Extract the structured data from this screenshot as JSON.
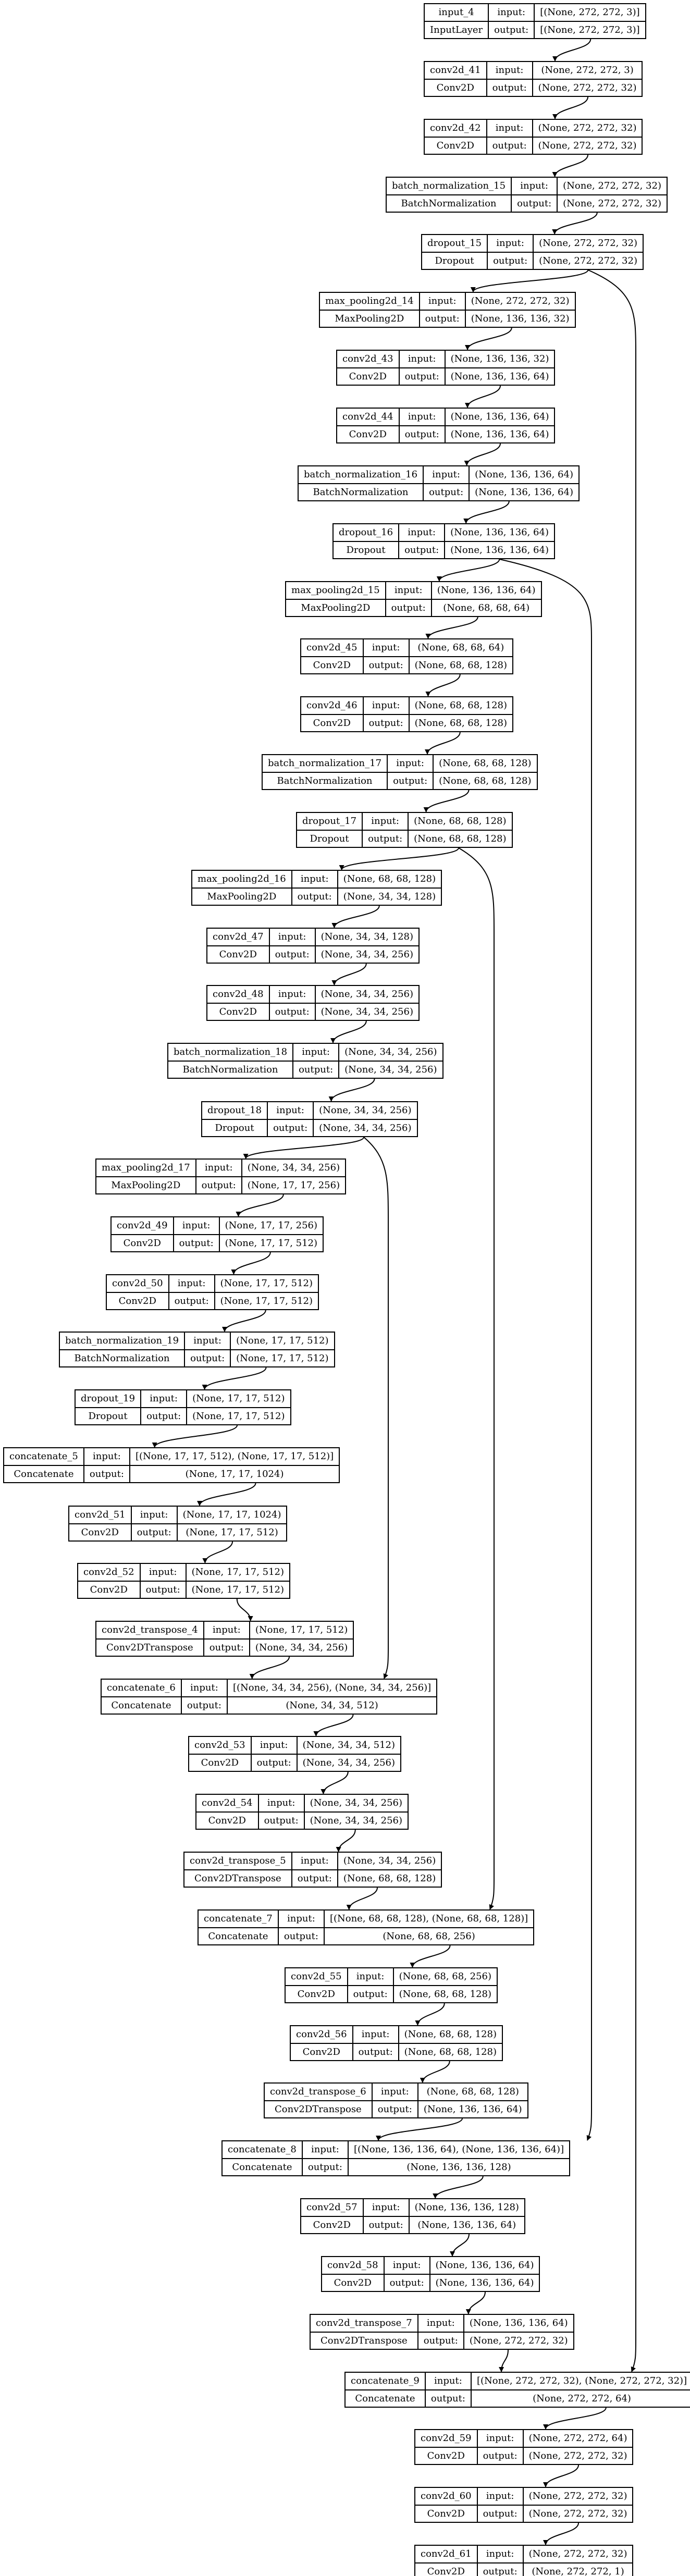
{
  "nodes": [
    {
      "name": "input_4",
      "type": "InputLayer",
      "input": "[(None, 272, 272, 3)]",
      "output": "[(None, 272, 272, 3)]"
    },
    {
      "name": "conv2d_41",
      "type": "Conv2D",
      "input": "(None, 272, 272, 3)",
      "output": "(None, 272, 272, 32)"
    },
    {
      "name": "conv2d_42",
      "type": "Conv2D",
      "input": "(None, 272, 272, 32)",
      "output": "(None, 272, 272, 32)"
    },
    {
      "name": "batch_normalization_15",
      "type": "BatchNormalization",
      "input": "(None, 272, 272, 32)",
      "output": "(None, 272, 272, 32)"
    },
    {
      "name": "dropout_15",
      "type": "Dropout",
      "input": "(None, 272, 272, 32)",
      "output": "(None, 272, 272, 32)"
    },
    {
      "name": "max_pooling2d_14",
      "type": "MaxPooling2D",
      "input": "(None, 272, 272, 32)",
      "output": "(None, 136, 136, 32)"
    },
    {
      "name": "conv2d_43",
      "type": "Conv2D",
      "input": "(None, 136, 136, 32)",
      "output": "(None, 136, 136, 64)"
    },
    {
      "name": "conv2d_44",
      "type": "Conv2D",
      "input": "(None, 136, 136, 64)",
      "output": "(None, 136, 136, 64)"
    },
    {
      "name": "batch_normalization_16",
      "type": "BatchNormalization",
      "input": "(None, 136, 136, 64)",
      "output": "(None, 136, 136, 64)"
    },
    {
      "name": "dropout_16",
      "type": "Dropout",
      "input": "(None, 136, 136, 64)",
      "output": "(None, 136, 136, 64)"
    },
    {
      "name": "max_pooling2d_15",
      "type": "MaxPooling2D",
      "input": "(None, 136, 136, 64)",
      "output": "(None, 68, 68, 64)"
    },
    {
      "name": "conv2d_45",
      "type": "Conv2D",
      "input": "(None, 68, 68, 64)",
      "output": "(None, 68, 68, 128)"
    },
    {
      "name": "conv2d_46",
      "type": "Conv2D",
      "input": "(None, 68, 68, 128)",
      "output": "(None, 68, 68, 128)"
    },
    {
      "name": "batch_normalization_17",
      "type": "BatchNormalization",
      "input": "(None, 68, 68, 128)",
      "output": "(None, 68, 68, 128)"
    },
    {
      "name": "dropout_17",
      "type": "Dropout",
      "input": "(None, 68, 68, 128)",
      "output": "(None, 68, 68, 128)"
    },
    {
      "name": "max_pooling2d_16",
      "type": "MaxPooling2D",
      "input": "(None, 68, 68, 128)",
      "output": "(None, 34, 34, 128)"
    },
    {
      "name": "conv2d_47",
      "type": "Conv2D",
      "input": "(None, 34, 34, 128)",
      "output": "(None, 34, 34, 256)"
    },
    {
      "name": "conv2d_48",
      "type": "Conv2D",
      "input": "(None, 34, 34, 256)",
      "output": "(None, 34, 34, 256)"
    },
    {
      "name": "batch_normalization_18",
      "type": "BatchNormalization",
      "input": "(None, 34, 34, 256)",
      "output": "(None, 34, 34, 256)"
    },
    {
      "name": "dropout_18",
      "type": "Dropout",
      "input": "(None, 34, 34, 256)",
      "output": "(None, 34, 34, 256)"
    },
    {
      "name": "max_pooling2d_17",
      "type": "MaxPooling2D",
      "input": "(None, 34, 34, 256)",
      "output": "(None, 17, 17, 256)"
    },
    {
      "name": "conv2d_49",
      "type": "Conv2D",
      "input": "(None, 17, 17, 256)",
      "output": "(None, 17, 17, 512)"
    },
    {
      "name": "conv2d_50",
      "type": "Conv2D",
      "input": "(None, 17, 17, 512)",
      "output": "(None, 17, 17, 512)"
    },
    {
      "name": "batch_normalization_19",
      "type": "BatchNormalization",
      "input": "(None, 17, 17, 512)",
      "output": "(None, 17, 17, 512)"
    },
    {
      "name": "dropout_19",
      "type": "Dropout",
      "input": "(None, 17, 17, 512)",
      "output": "(None, 17, 17, 512)"
    },
    {
      "name": "concatenate_5",
      "type": "Concatenate",
      "input": "[(None, 17, 17, 512), (None, 17, 17, 512)]",
      "output": "(None, 17, 17, 1024)"
    },
    {
      "name": "conv2d_51",
      "type": "Conv2D",
      "input": "(None, 17, 17, 1024)",
      "output": "(None, 17, 17, 512)"
    },
    {
      "name": "conv2d_52",
      "type": "Conv2D",
      "input": "(None, 17, 17, 512)",
      "output": "(None, 17, 17, 512)"
    },
    {
      "name": "conv2d_transpose_4",
      "type": "Conv2DTranspose",
      "input": "(None, 17, 17, 512)",
      "output": "(None, 34, 34, 256)"
    },
    {
      "name": "concatenate_6",
      "type": "Concatenate",
      "input": "[(None, 34, 34, 256), (None, 34, 34, 256)]",
      "output": "(None, 34, 34, 512)"
    },
    {
      "name": "conv2d_53",
      "type": "Conv2D",
      "input": "(None, 34, 34, 512)",
      "output": "(None, 34, 34, 256)"
    },
    {
      "name": "conv2d_54",
      "type": "Conv2D",
      "input": "(None, 34, 34, 256)",
      "output": "(None, 34, 34, 256)"
    },
    {
      "name": "conv2d_transpose_5",
      "type": "Conv2DTranspose",
      "input": "(None, 34, 34, 256)",
      "output": "(None, 68, 68, 128)"
    },
    {
      "name": "concatenate_7",
      "type": "Concatenate",
      "input": "[(None, 68, 68, 128), (None, 68, 68, 128)]",
      "output": "(None, 68, 68, 256)"
    },
    {
      "name": "conv2d_55",
      "type": "Conv2D",
      "input": "(None, 68, 68, 256)",
      "output": "(None, 68, 68, 128)"
    },
    {
      "name": "conv2d_56",
      "type": "Conv2D",
      "input": "(None, 68, 68, 128)",
      "output": "(None, 68, 68, 128)"
    },
    {
      "name": "conv2d_transpose_6",
      "type": "Conv2DTranspose",
      "input": "(None, 68, 68, 128)",
      "output": "(None, 136, 136, 64)"
    },
    {
      "name": "concatenate_8",
      "type": "Concatenate",
      "input": "[(None, 136, 136, 64), (None, 136, 136, 64)]",
      "output": "(None, 136, 136, 128)"
    },
    {
      "name": "conv2d_57",
      "type": "Conv2D",
      "input": "(None, 136, 136, 128)",
      "output": "(None, 136, 136, 64)"
    },
    {
      "name": "conv2d_58",
      "type": "Conv2D",
      "input": "(None, 136, 136, 64)",
      "output": "(None, 136, 136, 64)"
    },
    {
      "name": "conv2d_transpose_7",
      "type": "Conv2DTranspose",
      "input": "(None, 136, 136, 64)",
      "output": "(None, 272, 272, 32)"
    },
    {
      "name": "concatenate_9",
      "type": "Concatenate",
      "input": "[(None, 272, 272, 32), (None, 272, 272, 32)]",
      "output": "(None, 272, 272, 64)"
    },
    {
      "name": "conv2d_59",
      "type": "Conv2D",
      "input": "(None, 272, 272, 64)",
      "output": "(None, 272, 272, 32)"
    },
    {
      "name": "conv2d_60",
      "type": "Conv2D",
      "input": "(None, 272, 272, 32)",
      "output": "(None, 272, 272, 32)"
    },
    {
      "name": "conv2d_61",
      "type": "Conv2D",
      "input": "(None, 272, 272, 32)",
      "output": "(None, 272, 272, 1)"
    }
  ],
  "edges": [
    [
      "input_4",
      "conv2d_41"
    ],
    [
      "conv2d_41",
      "conv2d_42"
    ],
    [
      "conv2d_42",
      "batch_normalization_15"
    ],
    [
      "batch_normalization_15",
      "dropout_15"
    ],
    [
      "dropout_15",
      "max_pooling2d_14"
    ],
    [
      "max_pooling2d_14",
      "conv2d_43"
    ],
    [
      "conv2d_43",
      "conv2d_44"
    ],
    [
      "conv2d_44",
      "batch_normalization_16"
    ],
    [
      "batch_normalization_16",
      "dropout_16"
    ],
    [
      "dropout_16",
      "max_pooling2d_15"
    ],
    [
      "max_pooling2d_15",
      "conv2d_45"
    ],
    [
      "conv2d_45",
      "conv2d_46"
    ],
    [
      "conv2d_46",
      "batch_normalization_17"
    ],
    [
      "batch_normalization_17",
      "dropout_17"
    ],
    [
      "dropout_17",
      "max_pooling2d_16"
    ],
    [
      "max_pooling2d_16",
      "conv2d_47"
    ],
    [
      "conv2d_47",
      "conv2d_48"
    ],
    [
      "conv2d_48",
      "batch_normalization_18"
    ],
    [
      "batch_normalization_18",
      "dropout_18"
    ],
    [
      "dropout_18",
      "max_pooling2d_17"
    ],
    [
      "max_pooling2d_17",
      "conv2d_49"
    ],
    [
      "conv2d_49",
      "conv2d_50"
    ],
    [
      "conv2d_50",
      "batch_normalization_19"
    ],
    [
      "batch_normalization_19",
      "dropout_19"
    ],
    [
      "dropout_19",
      "concatenate_5"
    ],
    [
      "concatenate_5",
      "conv2d_51"
    ],
    [
      "conv2d_51",
      "conv2d_52"
    ],
    [
      "conv2d_52",
      "conv2d_transpose_4"
    ],
    [
      "conv2d_transpose_4",
      "concatenate_6"
    ],
    [
      "dropout_18",
      "concatenate_6"
    ],
    [
      "concatenate_6",
      "conv2d_53"
    ],
    [
      "conv2d_53",
      "conv2d_54"
    ],
    [
      "conv2d_54",
      "conv2d_transpose_5"
    ],
    [
      "conv2d_transpose_5",
      "concatenate_7"
    ],
    [
      "dropout_17",
      "concatenate_7"
    ],
    [
      "concatenate_7",
      "conv2d_55"
    ],
    [
      "conv2d_55",
      "conv2d_56"
    ],
    [
      "conv2d_56",
      "conv2d_transpose_6"
    ],
    [
      "conv2d_transpose_6",
      "concatenate_8"
    ],
    [
      "dropout_16",
      "concatenate_8"
    ],
    [
      "concatenate_8",
      "conv2d_57"
    ],
    [
      "conv2d_57",
      "conv2d_58"
    ],
    [
      "conv2d_58",
      "conv2d_transpose_7"
    ],
    [
      "conv2d_transpose_7",
      "concatenate_9"
    ],
    [
      "dropout_15",
      "concatenate_9"
    ],
    [
      "concatenate_9",
      "conv2d_59"
    ],
    [
      "conv2d_59",
      "conv2d_60"
    ],
    [
      "conv2d_60",
      "conv2d_61"
    ]
  ],
  "labels": {
    "input": "input:",
    "output": "output:"
  }
}
